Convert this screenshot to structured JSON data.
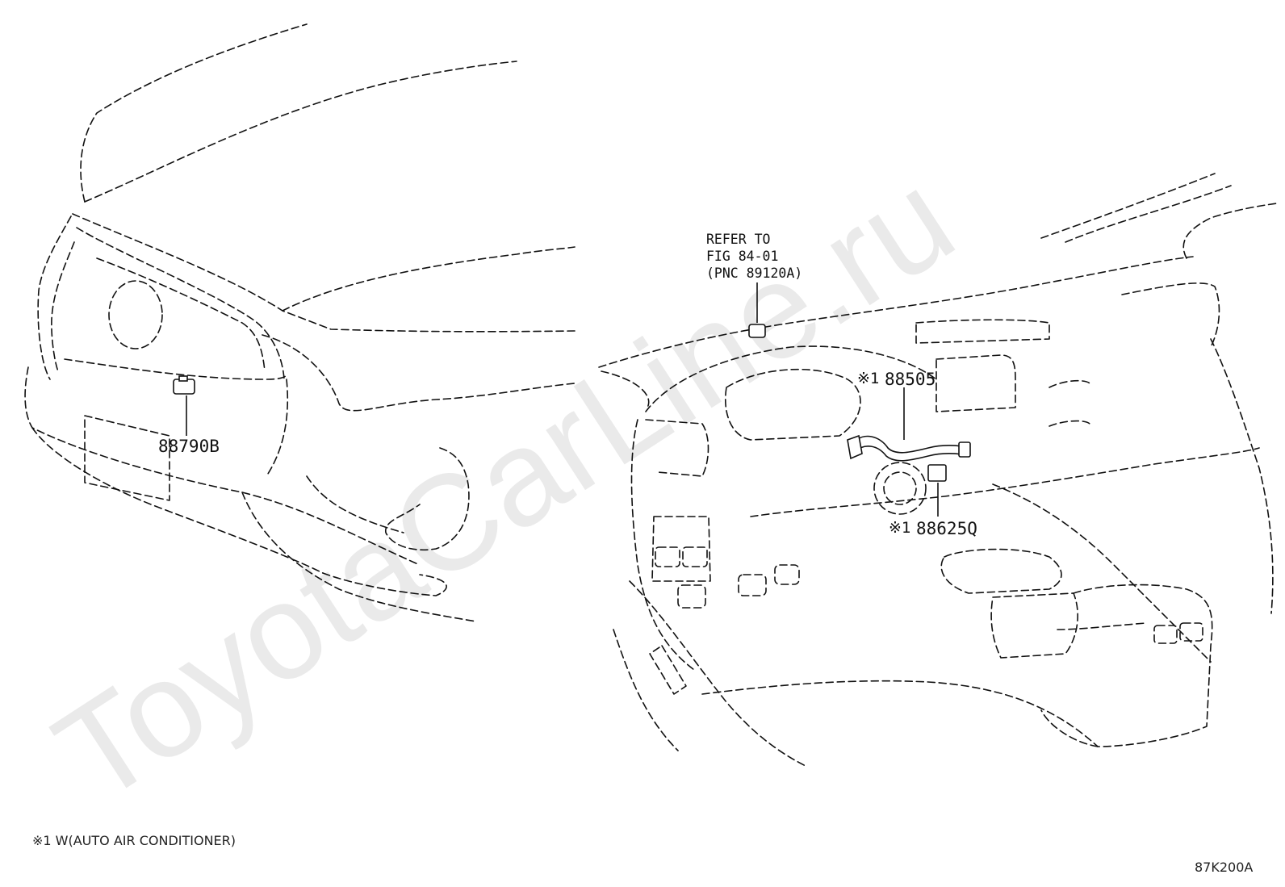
{
  "watermark": "ToyotaCarLine.ru",
  "callouts": {
    "refer": [
      "REFER TO",
      "FIG 84-01",
      "(PNC 89120A)"
    ],
    "part_88790B": "88790B",
    "part_88505": "88505",
    "part_88625Q": "88625Q",
    "note_mark": "※1"
  },
  "footnote": "※1 W(AUTO AIR CONDITIONER)",
  "figure_code": "87K200A"
}
